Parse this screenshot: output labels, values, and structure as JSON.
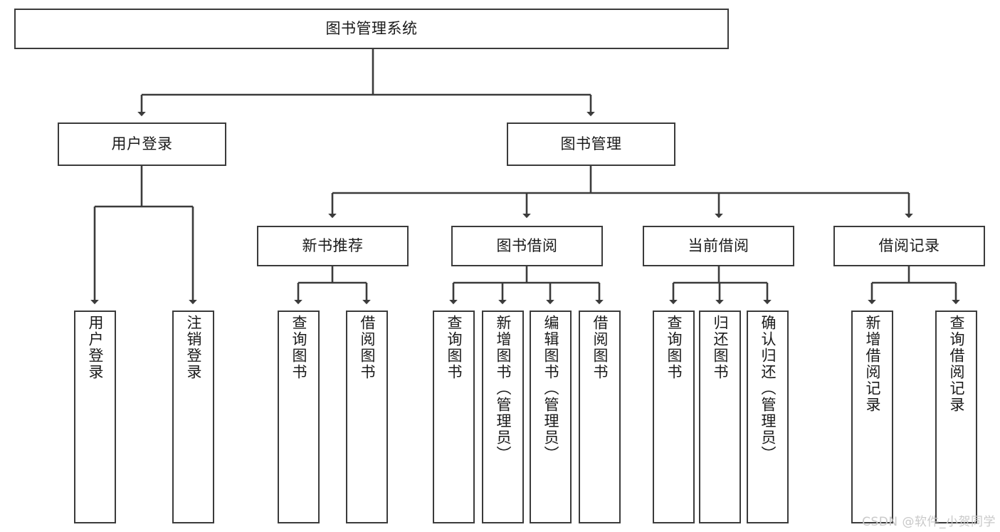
{
  "diagram": {
    "title": "图书管理系统",
    "watermark": "CSDN @软件_小贺同学",
    "colors": {
      "stroke": "#3b3b3b",
      "text": "#1a1a1a",
      "background": "#ffffff",
      "watermark": "#c9c9c9"
    },
    "nodes": {
      "root": "图书管理系统",
      "user_login": "用户登录",
      "book_manage": "图书管理",
      "new_book_recommend": "新书推荐",
      "book_borrow": "图书借阅",
      "current_borrow": "当前借阅",
      "borrow_record": "借阅记录",
      "leaf_user_login": "用户登录",
      "leaf_logout": "注销登录",
      "leaf_query_book_a": "查询图书",
      "leaf_borrow_book_a": "借阅图书",
      "leaf_query_book_b": "查询图书",
      "leaf_add_book_admin": "新增图书（管理员）",
      "leaf_edit_book_admin": "编辑图书（管理员）",
      "leaf_borrow_book_b": "借阅图书",
      "leaf_query_book_c": "查询图书",
      "leaf_return_book": "归还图书",
      "leaf_confirm_return_admin": "确认归还（管理员）",
      "leaf_add_borrow_record": "新增借阅记录",
      "leaf_query_borrow_record": "查询借阅记录"
    }
  }
}
